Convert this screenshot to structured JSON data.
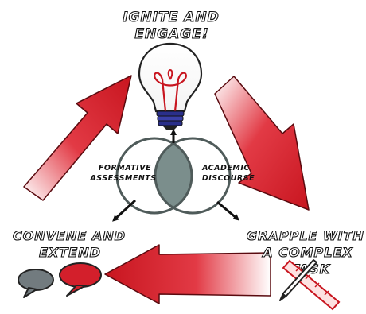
{
  "labels": {
    "ignite_line1": "IGNITE AND",
    "ignite_line2": "ENGAGE!",
    "grapple_line1": "GRAPPLE WITH",
    "grapple_line2": "A COMPLEX",
    "grapple_line3": "TASK",
    "convene_line1": "CONVENE AND",
    "convene_line2": "EXTEND",
    "formative_line1": "FORMATIVE",
    "formative_line2": "ASSESSMENTS",
    "academic_line1": "ACADEMIC",
    "academic_line2": "DISCOURSE"
  },
  "icons": {
    "top": "lightbulb-icon",
    "right": "pencil-ruler-icon",
    "left": "speech-bubbles-icon"
  },
  "colors": {
    "arrow_red": "#d31f2b",
    "venn_overlap": "#7b8e8c",
    "bubble_gray": "#727b7f",
    "bubble_red": "#d31f2b"
  }
}
